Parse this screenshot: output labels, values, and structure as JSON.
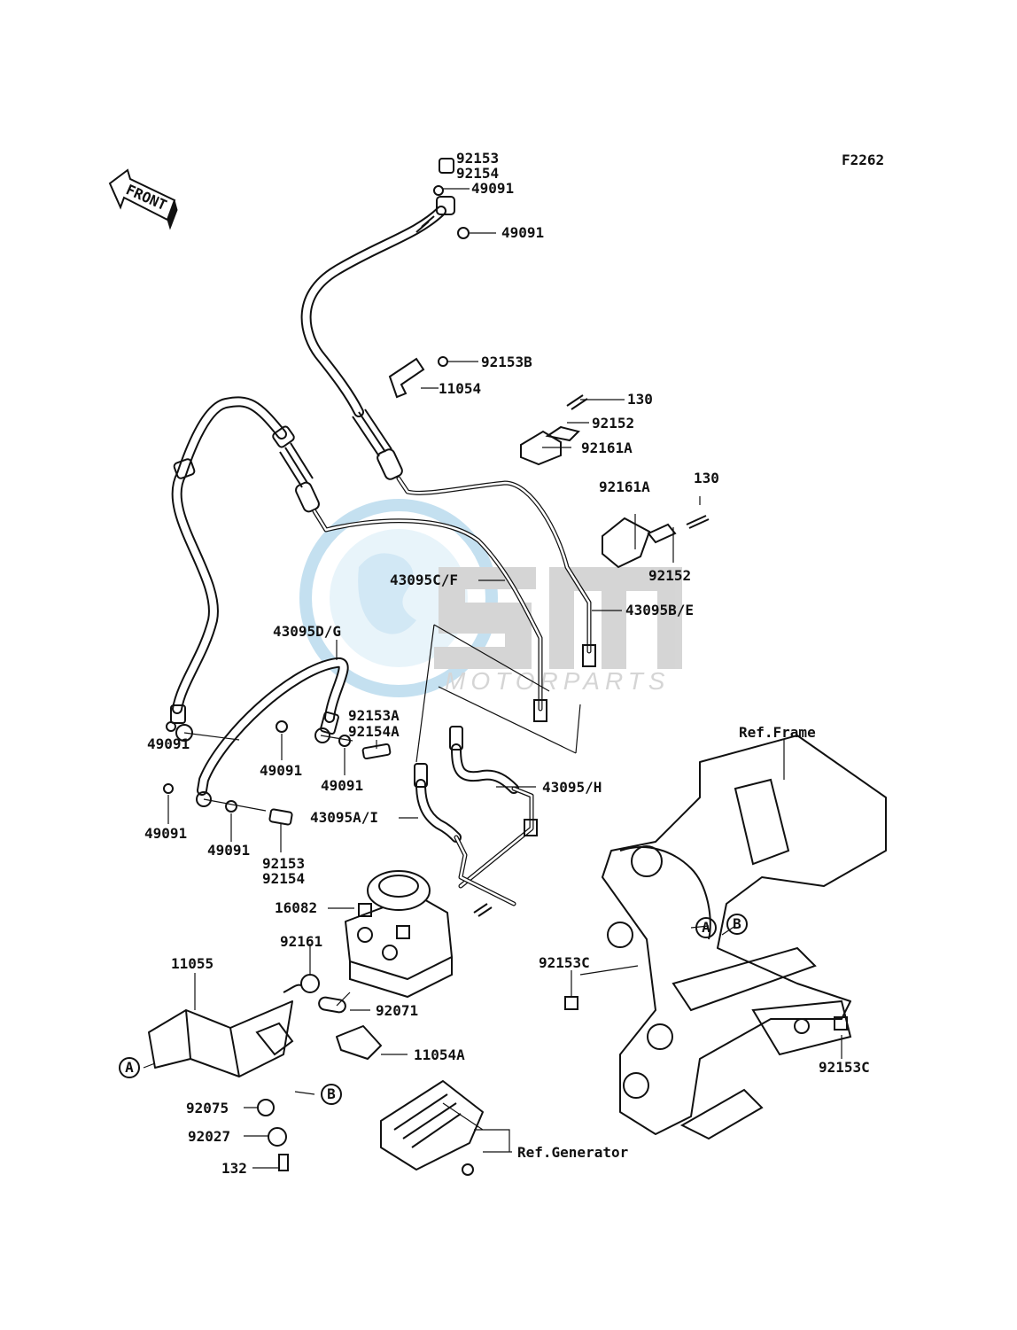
{
  "diagram_code": "F2262",
  "front_arrow": {
    "text": "FRONT",
    "icon": "front-direction-arrow-icon"
  },
  "watermark": {
    "text": "MOTORPARTS",
    "logo": "OSM"
  },
  "callouts": [
    {
      "id": "c1",
      "text": "92153"
    },
    {
      "id": "c2",
      "text": "92154"
    },
    {
      "id": "c3",
      "text": "49091"
    },
    {
      "id": "c4",
      "text": "49091"
    },
    {
      "id": "c5",
      "text": "92153B"
    },
    {
      "id": "c6",
      "text": "11054"
    },
    {
      "id": "c7",
      "text": "130"
    },
    {
      "id": "c8",
      "text": "92152"
    },
    {
      "id": "c9",
      "text": "92161A"
    },
    {
      "id": "c10",
      "text": "92161A"
    },
    {
      "id": "c11",
      "text": "130"
    },
    {
      "id": "c12",
      "text": "92152"
    },
    {
      "id": "c13",
      "text": "43095C/F"
    },
    {
      "id": "c14",
      "text": "43095B/E"
    },
    {
      "id": "c15",
      "text": "43095D/G"
    },
    {
      "id": "c16",
      "text": "92153A"
    },
    {
      "id": "c17",
      "text": "92154A"
    },
    {
      "id": "c18",
      "text": "49091"
    },
    {
      "id": "c19",
      "text": "49091"
    },
    {
      "id": "c20",
      "text": "49091"
    },
    {
      "id": "c21",
      "text": "49091"
    },
    {
      "id": "c22",
      "text": "49091"
    },
    {
      "id": "c23",
      "text": "92153"
    },
    {
      "id": "c24",
      "text": "92154"
    },
    {
      "id": "c25",
      "text": "43095/H"
    },
    {
      "id": "c26",
      "text": "43095A/I"
    },
    {
      "id": "c27",
      "text": "16082"
    },
    {
      "id": "c28",
      "text": "92161"
    },
    {
      "id": "c29",
      "text": "11055"
    },
    {
      "id": "c30",
      "text": "92071"
    },
    {
      "id": "c31",
      "text": "11054A"
    },
    {
      "id": "c32",
      "text": "92075"
    },
    {
      "id": "c33",
      "text": "92027"
    },
    {
      "id": "c34",
      "text": "132"
    },
    {
      "id": "c35",
      "text": "Ref.Generator"
    },
    {
      "id": "c36",
      "text": "Ref.Frame"
    },
    {
      "id": "c37",
      "text": "92153C"
    },
    {
      "id": "c38",
      "text": "92153C"
    }
  ],
  "markers": [
    {
      "id": "m1",
      "text": "A"
    },
    {
      "id": "m2",
      "text": "B"
    },
    {
      "id": "m3",
      "text": "A"
    },
    {
      "id": "m4",
      "text": "B"
    }
  ]
}
